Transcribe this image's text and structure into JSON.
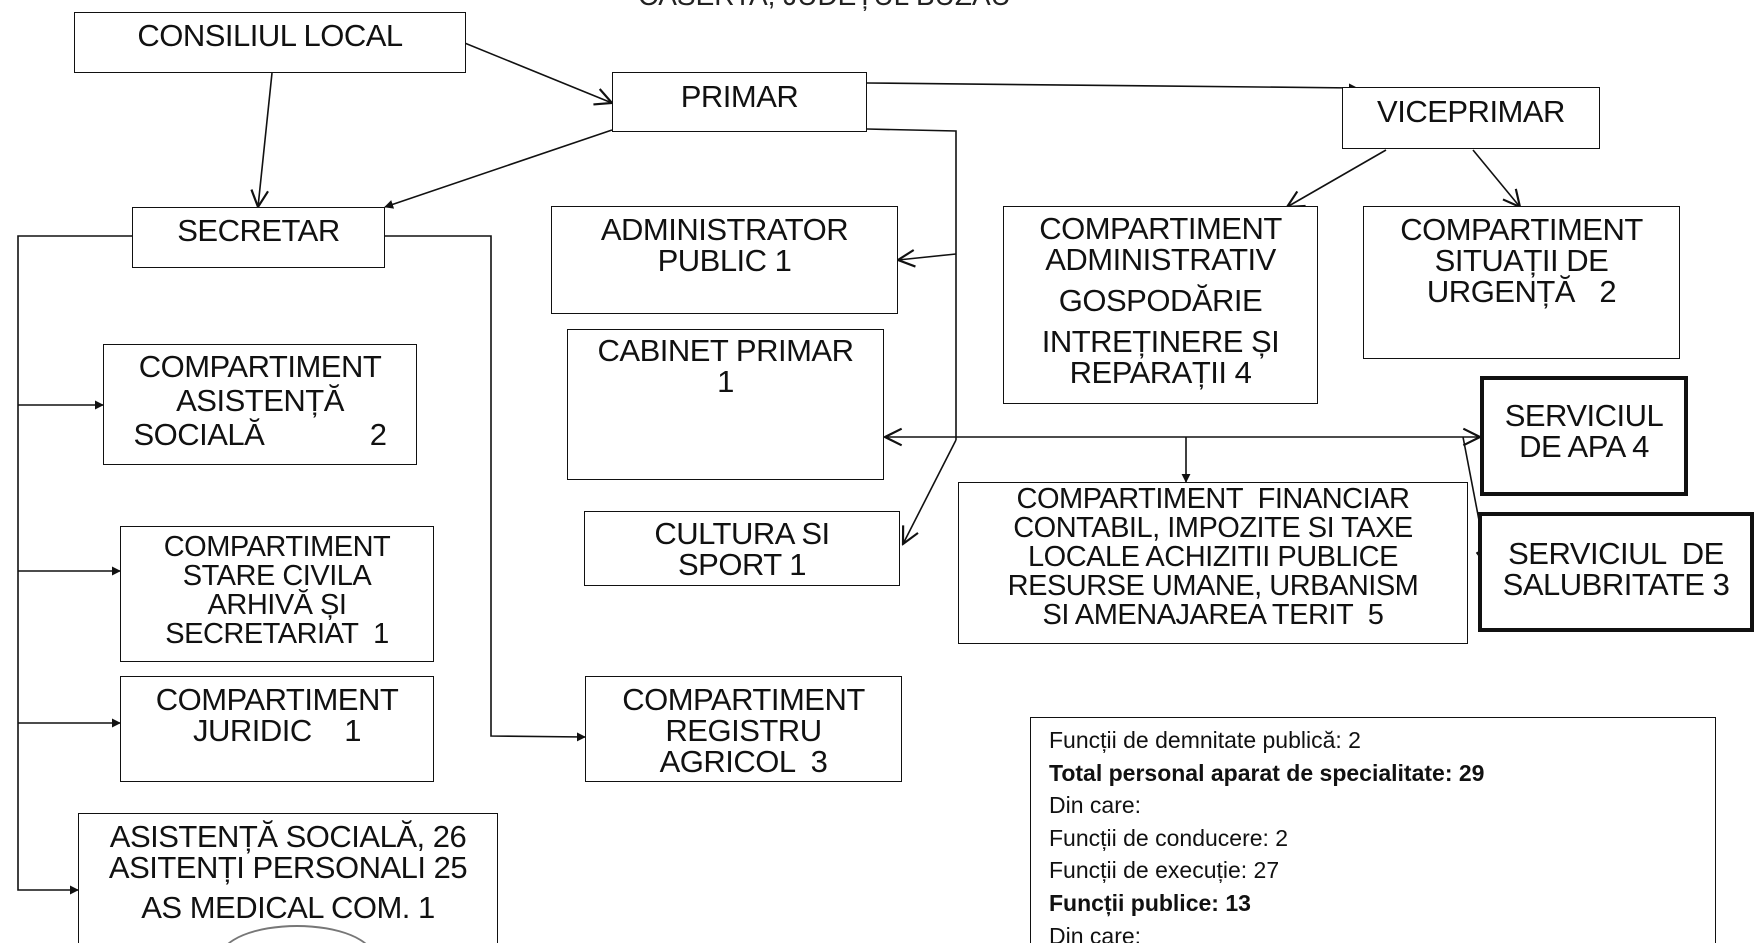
{
  "header": "CASERTA, JUDEȚUL BUZĂU",
  "nodes": {
    "consiliul": "CONSILIUL LOCAL",
    "primar": "PRIMAR",
    "viceprimar": "VICEPRIMAR",
    "secretar": "SECRETAR",
    "administrator": [
      "ADMINISTRATOR",
      "PUBLIC 1"
    ],
    "comp_administrativ": [
      "COMPARTIMENT",
      "ADMINISTRATIV",
      "GOSPODĂRIE",
      "INTREȚINERE ȘI",
      "REPARAȚII 4"
    ],
    "comp_urgenta": [
      "COMPARTIMENT",
      "SITUAȚII DE",
      "URGENȚĂ   2"
    ],
    "comp_asistenta": [
      "COMPARTIMENT",
      "ASISTENȚĂ",
      "SOCIALĂ             2"
    ],
    "cabinet": [
      "CABINET PRIMAR",
      "1"
    ],
    "serviciul_apa": [
      "SERVICIUL",
      "DE APA 4"
    ],
    "comp_financiar": [
      "COMPARTIMENT  FINANCIAR",
      "CONTABIL, IMPOZITE SI TAXE",
      "LOCALE ACHIZITII PUBLICE",
      "RESURSE UMANE, URBANISM",
      "SI AMENAJAREA TERIT  5"
    ],
    "serviciul_salubritate": [
      "SERVICIUL  DE",
      "SALUBRITATE 3"
    ],
    "comp_stare_civila": [
      "COMPARTIMENT",
      "STARE CIVILA",
      "ARHIVĂ ȘI",
      "SECRETARIAT  1"
    ],
    "cultura": [
      "CULTURA SI",
      "SPORT 1"
    ],
    "comp_juridic": [
      "COMPARTIMENT",
      "JURIDIC    1"
    ],
    "comp_registru": [
      "COMPARTIMENT",
      "REGISTRU",
      "AGRICOL  3"
    ],
    "asistenta_26": [
      "ASISTENȚĂ SOCIALĂ, 26",
      "ASITENȚI PERSONALI 25",
      "AS MEDICAL COM. 1"
    ]
  },
  "summary": [
    "Funcții de demnitate publică: 2",
    "Total personal aparat de specialitate: 29",
    "Din care:",
    "Funcții de conducere: 2",
    "Funcții de execuție: 27",
    "Funcții publice: 13",
    "Din care:"
  ]
}
